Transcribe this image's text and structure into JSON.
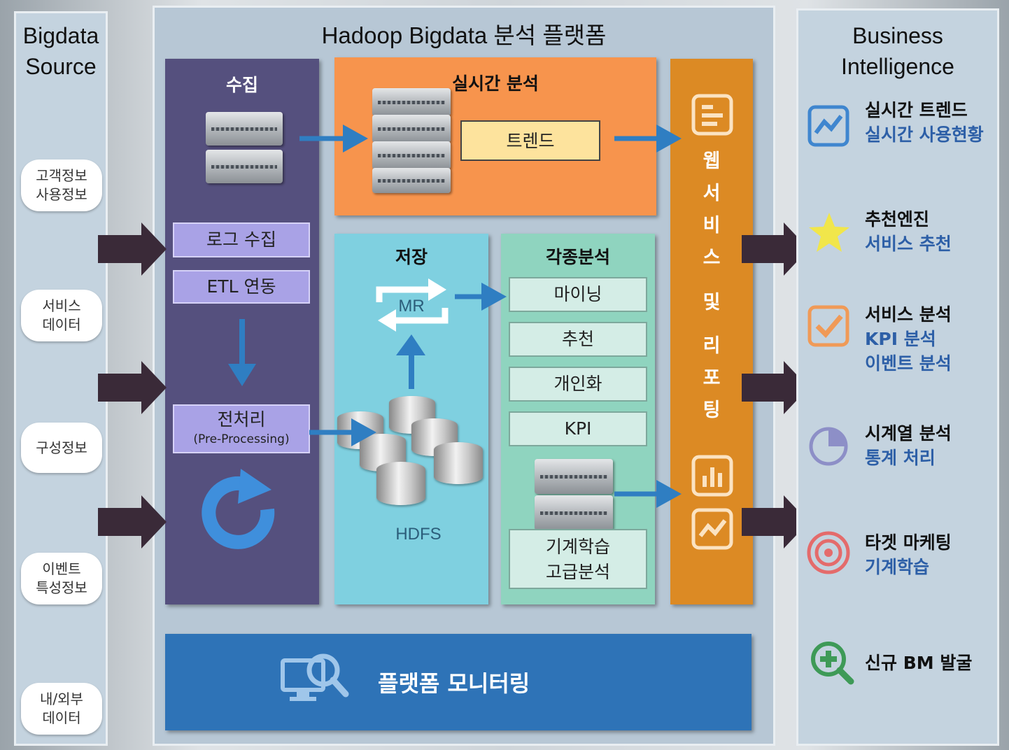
{
  "source": {
    "title": [
      "Bigdata",
      "Source"
    ],
    "items": [
      [
        "고객정보",
        "사용정보"
      ],
      [
        "서비스",
        "데이터"
      ],
      [
        "구성정보"
      ],
      [
        "이벤트",
        "특성정보"
      ],
      [
        "내/외부",
        "데이터"
      ]
    ]
  },
  "platform": {
    "title": "Hadoop Bigdata 분석 플랫폼",
    "collect": {
      "title": "수집",
      "log": "로그 수집",
      "etl": "ETL 연동",
      "preprocess": "전처리",
      "preprocess_en": "(Pre-Processing)"
    },
    "realtime": {
      "title": "실시간 분석",
      "trend": "트렌드"
    },
    "storage": {
      "title": "저장",
      "mr": "MR",
      "hdfs": "HDFS"
    },
    "analysis": {
      "title": "각종분석",
      "items": [
        "마이닝",
        "추천",
        "개인화",
        "KPI"
      ],
      "ml": [
        "기계학습",
        "고급분석"
      ]
    },
    "web": {
      "title": [
        "웹",
        "서",
        "비",
        "스",
        "및",
        "리",
        "포",
        "팅"
      ]
    },
    "monitor": "플랫폼 모니터링"
  },
  "bi": {
    "title": [
      "Business",
      "Intelligence"
    ],
    "items": [
      {
        "icon": "line-chart-icon",
        "color": "#3f86cf",
        "title": "실시간 트렌드",
        "subs": [
          "실시간 사용현황"
        ]
      },
      {
        "icon": "star-icon",
        "color": "#f1e64a",
        "title": "추천엔진",
        "subs": [
          "서비스 추천"
        ]
      },
      {
        "icon": "checkbox-icon",
        "color": "#f09a57",
        "title": "서비스 분석",
        "subs": [
          "KPI 분석",
          "이벤트 분석"
        ]
      },
      {
        "icon": "pie-chart-icon",
        "color": "#8d8fc7",
        "title": "시계열 분석",
        "subs": [
          "통계 처리"
        ]
      },
      {
        "icon": "target-icon",
        "color": "#e46b6b",
        "title": "타겟 마케팅",
        "subs": [
          "기계학습"
        ]
      },
      {
        "icon": "search-plus-icon",
        "color": "#3e9a57",
        "title": "신규 BM 발굴",
        "subs": []
      }
    ]
  },
  "colors": {
    "collect": "#55507e",
    "realtime": "#f7944d",
    "storage": "#7fd0e0",
    "analysis": "#8fd4bf",
    "web": "#dc8a24",
    "monitor": "#2e73b7",
    "arrow_blue": "#2f7ec2",
    "arrow_dark": "#3a2a38"
  }
}
